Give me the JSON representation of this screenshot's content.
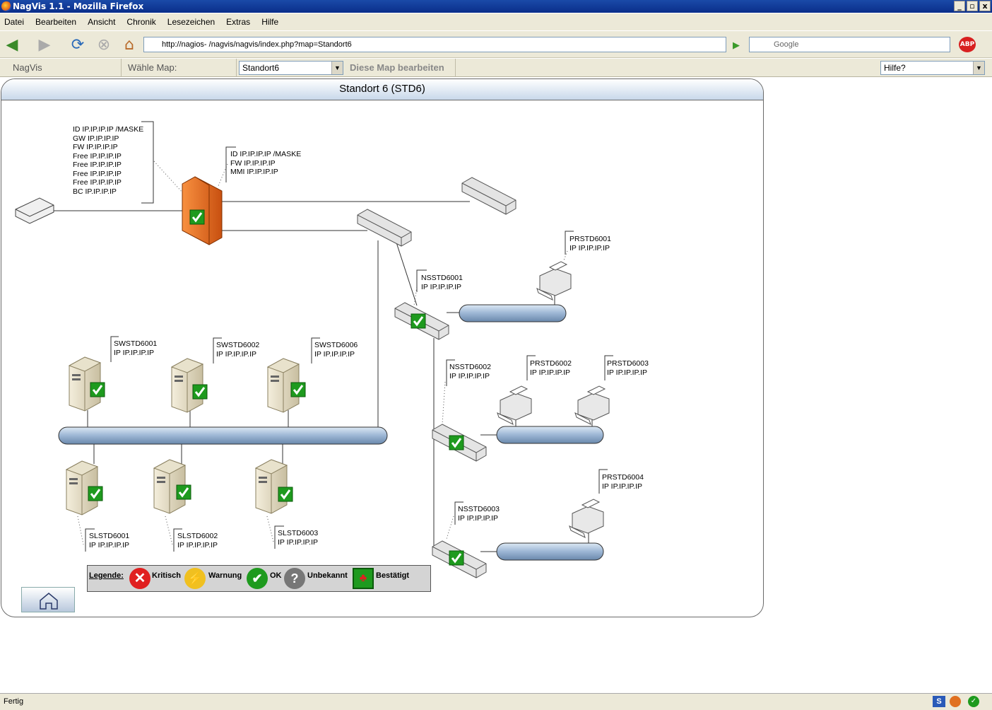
{
  "window": {
    "title": "NagVis 1.1 - Mozilla Firefox"
  },
  "menu": [
    "Datei",
    "Bearbeiten",
    "Ansicht",
    "Chronik",
    "Lesezeichen",
    "Extras",
    "Hilfe"
  ],
  "nav": {
    "url": "http://nagios-            /nagvis/nagvis/index.php?map=Standort6",
    "search_placeholder": "Google"
  },
  "header": {
    "app": "NagVis",
    "choose_map": "Wähle Map:",
    "map_selected": "Standort6",
    "edit_map": "Diese Map bearbeiten",
    "help": "Hilfe?"
  },
  "map": {
    "title": "Standort 6 (STD6)",
    "labels": {
      "fw_left": "ID IP.IP.IP.IP /MASKE\nGW IP.IP.IP.IP\nFW IP.IP.IP.IP\nFree IP.IP.IP.IP\nFree IP.IP.IP.IP\nFree IP.IP.IP.IP\nFree IP.IP.IP.IP\nBC IP.IP.IP.IP",
      "fw_right": "ID IP.IP.IP.IP /MASKE\nFW IP.IP.IP.IP\nMMI IP.IP.IP.IP",
      "prstd6001": "PRSTD6001\nIP IP.IP.IP.IP",
      "nsstd6001": "NSSTD6001\nIP IP.IP.IP.IP",
      "nsstd6002": "NSSTD6002\nIP IP.IP.IP.IP",
      "prstd6002": "PRSTD6002\nIP IP.IP.IP.IP",
      "prstd6003": "PRSTD6003\nIP IP.IP.IP.IP",
      "prstd6004": "PRSTD6004\nIP IP.IP.IP.IP",
      "nsstd6003": "NSSTD6003\nIP IP.IP.IP.IP",
      "swstd6001": "SWSTD6001\nIP IP.IP.IP.IP",
      "swstd6002": "SWSTD6002\nIP IP.IP.IP.IP",
      "swstd6006": "SWSTD6006\nIP IP.IP.IP.IP",
      "slstd6001": "SLSTD6001\nIP IP.IP.IP.IP",
      "slstd6002": "SLSTD6002\nIP IP.IP.IP.IP",
      "slstd6003": "SLSTD6003\nIP IP.IP.IP.IP"
    },
    "legend": {
      "title": "Legende:",
      "critical": "Kritisch",
      "warning": "Warnung",
      "ok": "OK",
      "unknown": "Unbekannt",
      "ack": "Bestätigt"
    }
  },
  "status": {
    "text": "Fertig"
  },
  "colors": {
    "ok": "#1e9a1e",
    "critical": "#e02020",
    "warning": "#f0c020",
    "unknown": "#777777",
    "bus": "#a8c0dc"
  }
}
